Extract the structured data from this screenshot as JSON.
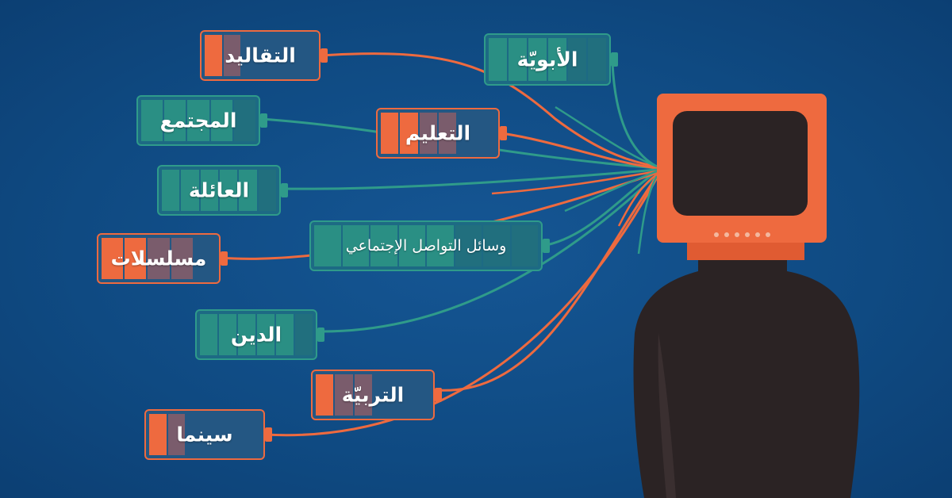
{
  "batteries": [
    {
      "label": "التقاليد",
      "theme": "orange",
      "cells": [
        "c-orange",
        "c-mauve",
        "c-empty",
        "c-empty",
        "c-empty",
        "c-empty"
      ]
    },
    {
      "label": "الأبويّة",
      "theme": "teal",
      "cells": [
        "c-teal",
        "c-teal",
        "c-teal",
        "c-teal",
        "c-teal-dim",
        "c-teal-dim"
      ]
    },
    {
      "label": "المجتمع",
      "theme": "teal",
      "cells": [
        "c-teal",
        "c-teal",
        "c-teal",
        "c-teal",
        "c-teal-dim"
      ]
    },
    {
      "label": "التعليم",
      "theme": "orange",
      "cells": [
        "c-orange",
        "c-orange",
        "c-mauve",
        "c-mauve",
        "c-empty",
        "c-empty"
      ]
    },
    {
      "label": "العائلة",
      "theme": "teal",
      "cells": [
        "c-teal",
        "c-teal",
        "c-teal",
        "c-teal",
        "c-teal",
        "c-teal-dim"
      ]
    },
    {
      "label": "وسائل التواصل الإجتماعي",
      "theme": "teal",
      "cells": [
        "c-teal",
        "c-teal",
        "c-teal",
        "c-teal",
        "c-teal",
        "c-teal-dim",
        "c-teal-dim",
        "c-teal-dim"
      ]
    },
    {
      "label": "مسلسلات",
      "theme": "orange",
      "cells": [
        "c-orange",
        "c-orange",
        "c-mauve",
        "c-mauve",
        "c-empty"
      ]
    },
    {
      "label": "الدين",
      "theme": "teal",
      "cells": [
        "c-teal",
        "c-teal",
        "c-teal",
        "c-teal",
        "c-teal",
        "c-teal-dim"
      ]
    },
    {
      "label": "التربيّة",
      "theme": "orange",
      "cells": [
        "c-orange",
        "c-mauve",
        "c-mauve",
        "c-empty",
        "c-empty",
        "c-empty"
      ]
    },
    {
      "label": "سينما",
      "theme": "orange",
      "cells": [
        "c-orange",
        "c-mauve",
        "c-empty",
        "c-empty",
        "c-empty",
        "c-empty"
      ]
    }
  ],
  "colors": {
    "background": "#0f4a82",
    "teal": "#2f9b8a",
    "orange": "#ee6a3f",
    "mauve": "#7a5c6c",
    "silhouette": "#2b2324",
    "tv_body": "#ee6a3f",
    "tv_screen": "#2b2324"
  }
}
